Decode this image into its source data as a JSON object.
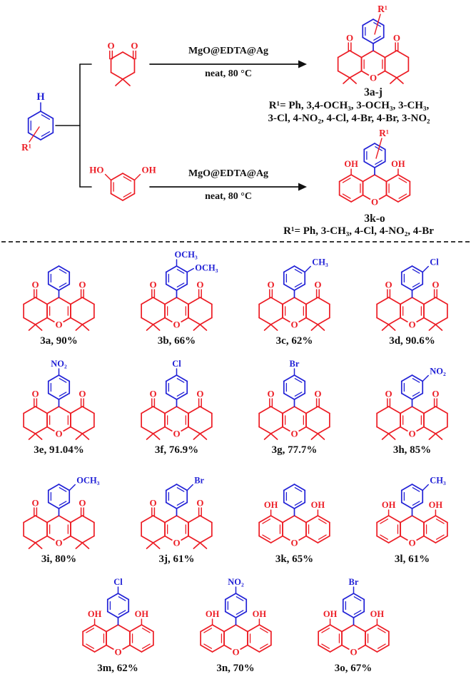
{
  "colors": {
    "blue": "#2121d6",
    "red": "#ec1c24",
    "ink": "#111111"
  },
  "scheme": {
    "aldehyde": {
      "h_label": "H",
      "r1_label": "R¹"
    },
    "catalyst": "MgO@EDTA@Ag",
    "conditions": "neat, 80 °C",
    "atoms": {
      "oxygen": "O",
      "hydroxyl": "OH",
      "hydroxyl_left": "HO"
    },
    "path1": {
      "product_range": "3a-j",
      "r1_scope_line1": "R¹= Ph, 3,4-OCH₃, 3-OCH₃, 3-CH₃,",
      "r1_scope_line2": "3-Cl, 4-NO₂, 4-Cl, 4-Br, 4-Br, 3-NO₂"
    },
    "path2": {
      "product_range": "3k-o",
      "r1_scope": "R¹= Ph, 3-CH₃, 4-Cl, 4-NO₂, 4-Br"
    }
  },
  "products": [
    {
      "id": "3a",
      "yield": "90%",
      "label": "3a, 90%",
      "core": "dione",
      "sub": "none",
      "sub_text": ""
    },
    {
      "id": "3b",
      "yield": "66%",
      "label": "3b, 66%",
      "core": "dione",
      "sub": "dimethoxy",
      "sub_text": "OCH₃"
    },
    {
      "id": "3c",
      "yield": "62%",
      "label": "3c, 62%",
      "core": "dione",
      "sub": "meta",
      "sub_text": "CH₃"
    },
    {
      "id": "3d",
      "yield": "90.6%",
      "label": "3d, 90.6%",
      "core": "dione",
      "sub": "meta",
      "sub_text": "Cl"
    },
    {
      "id": "3e",
      "yield": "91.04%",
      "label": "3e, 91.04%",
      "core": "dione",
      "sub": "para",
      "sub_text": "NO₂"
    },
    {
      "id": "3f",
      "yield": "76.9%",
      "label": "3f, 76.9%",
      "core": "dione",
      "sub": "para",
      "sub_text": "Cl"
    },
    {
      "id": "3g",
      "yield": "77.7%",
      "label": "3g, 77.7%",
      "core": "dione",
      "sub": "para",
      "sub_text": "Br"
    },
    {
      "id": "3h",
      "yield": "85%",
      "label": "3h, 85%",
      "core": "dione",
      "sub": "meta",
      "sub_text": "NO₂"
    },
    {
      "id": "3i",
      "yield": "80%",
      "label": "3i, 80%",
      "core": "dione",
      "sub": "meta",
      "sub_text": "OCH₃"
    },
    {
      "id": "3j",
      "yield": "61%",
      "label": "3j, 61%",
      "core": "dione",
      "sub": "meta",
      "sub_text": "Br"
    },
    {
      "id": "3k",
      "yield": "65%",
      "label": "3k, 65%",
      "core": "diol",
      "sub": "none",
      "sub_text": ""
    },
    {
      "id": "3l",
      "yield": "61%",
      "label": "3l, 61%",
      "core": "diol",
      "sub": "meta",
      "sub_text": "CH₃"
    },
    {
      "id": "3m",
      "yield": "62%",
      "label": "3m, 62%",
      "core": "diol",
      "sub": "para",
      "sub_text": "Cl"
    },
    {
      "id": "3n",
      "yield": "70%",
      "label": "3n, 70%",
      "core": "diol",
      "sub": "para",
      "sub_text": "NO₂"
    },
    {
      "id": "3o",
      "yield": "67%",
      "label": "3o, 67%",
      "core": "diol",
      "sub": "para",
      "sub_text": "Br"
    }
  ]
}
